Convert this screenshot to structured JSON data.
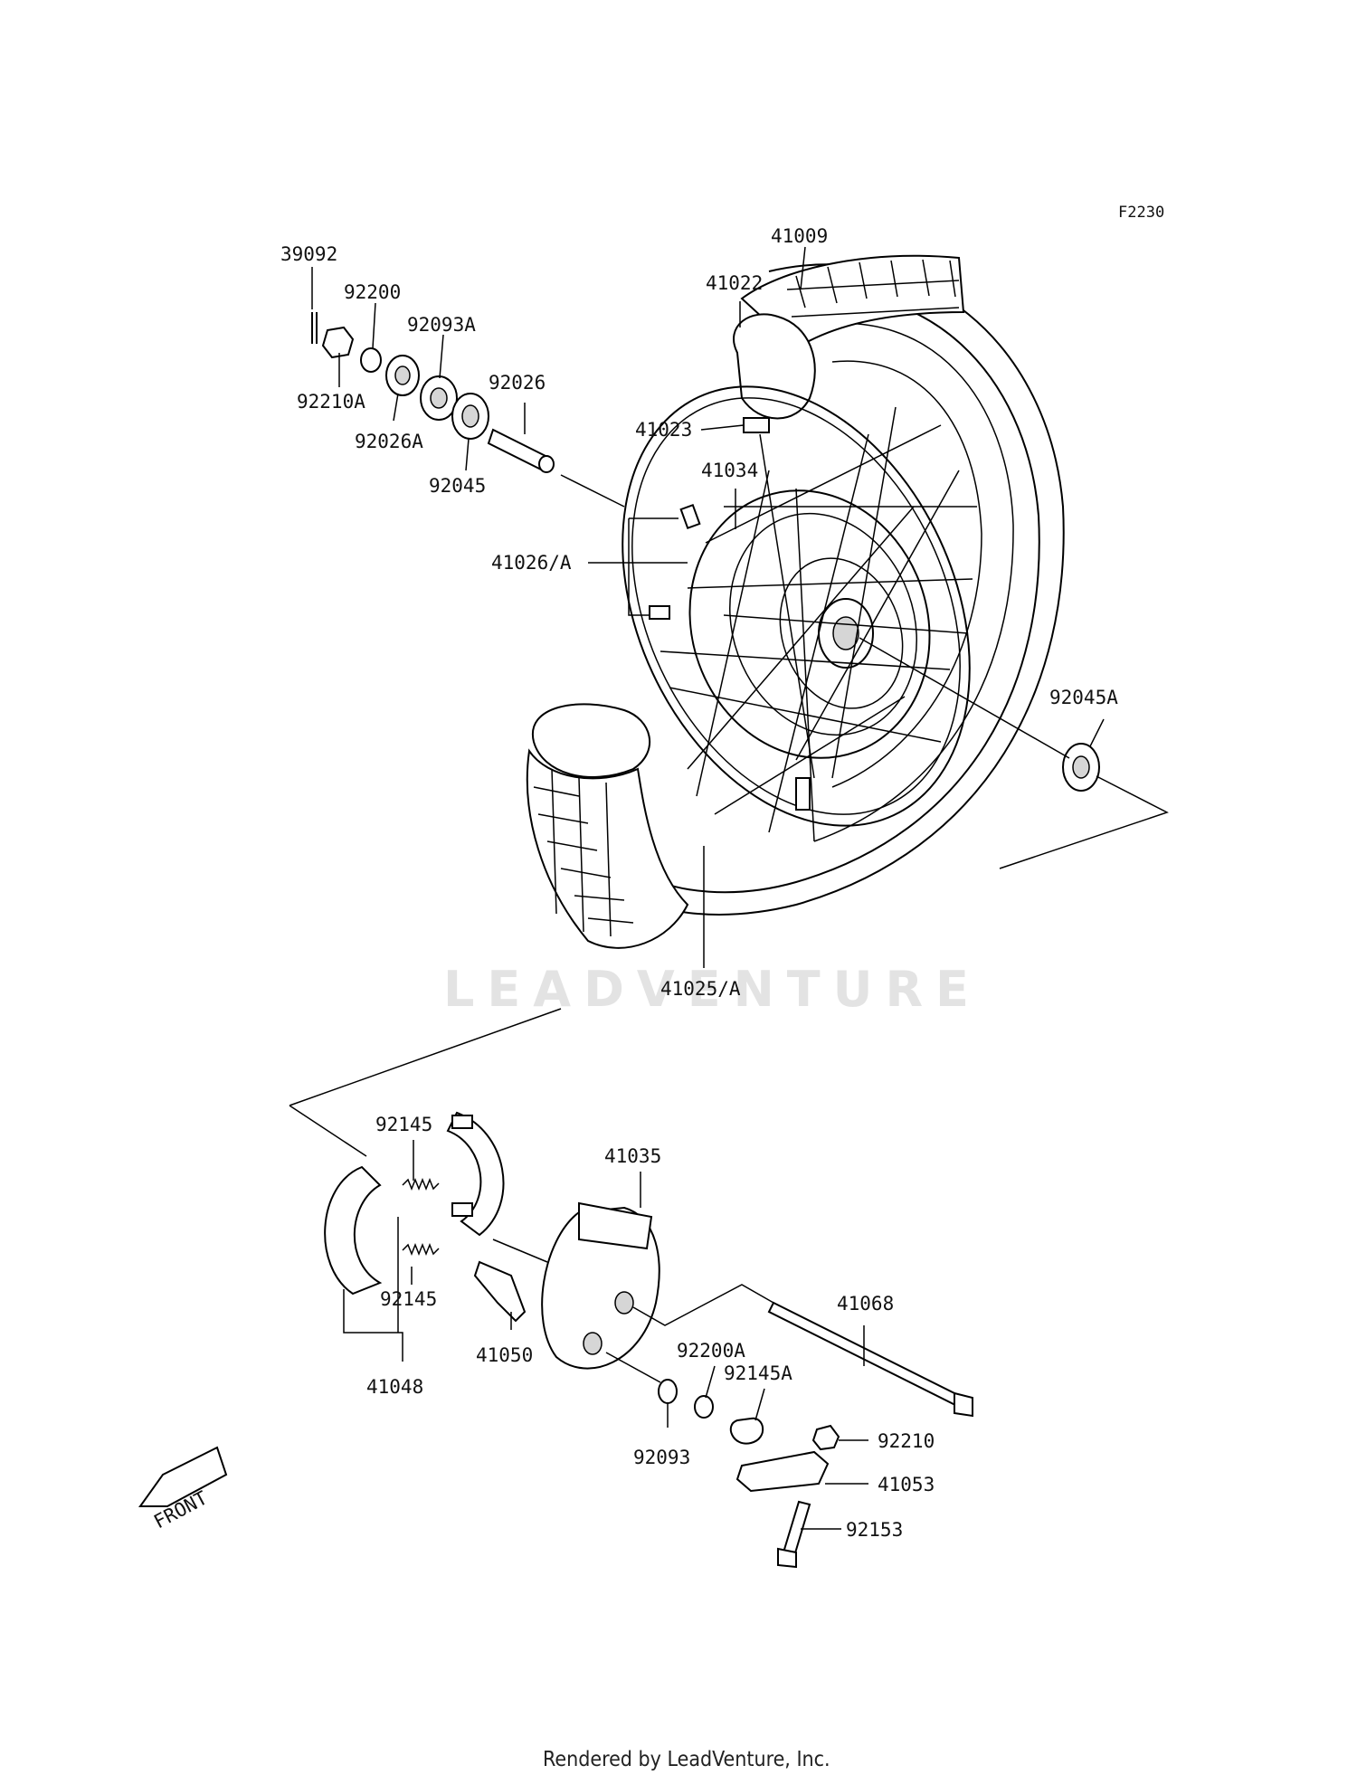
{
  "figure_code": "F2230",
  "watermark": "LEADVENTURE",
  "footer": "Rendered by LeadVenture, Inc.",
  "front_marker": "FRONT",
  "parts": {
    "p39092": "39092",
    "p92200": "92200",
    "p92093A": "92093A",
    "p92210A": "92210A",
    "p92026": "92026",
    "p92026A": "92026A",
    "p92045": "92045",
    "p41009": "41009",
    "p41022": "41022",
    "p41023": "41023",
    "p41034": "41034",
    "p41026A": "41026/A",
    "p92045A": "92045A",
    "p41025A": "41025/A",
    "p92145_top": "92145",
    "p92145_bot": "92145",
    "p41035": "41035",
    "p41048": "41048",
    "p41050": "41050",
    "p41068": "41068",
    "p92200A": "92200A",
    "p92145A": "92145A",
    "p92093": "92093",
    "p92210": "92210",
    "p41053": "41053",
    "p92153": "92153"
  }
}
